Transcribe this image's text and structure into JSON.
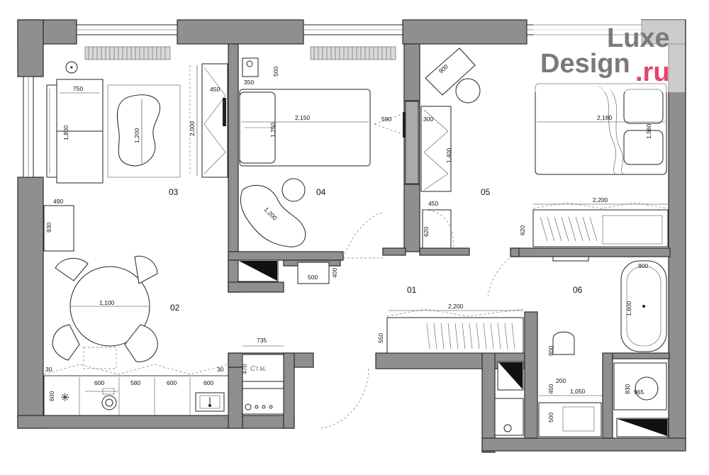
{
  "brand": {
    "line1": "Luxe",
    "line2": "Design",
    "suffix": ".ru",
    "accent": "#e8416b",
    "gray": "#7a7a7a"
  },
  "rooms": {
    "r01": "01",
    "r02": "02",
    "r03": "03",
    "r04": "04",
    "r05": "05",
    "r06": "06"
  },
  "fixtures": {
    "stiralnaya": "Ст.м."
  },
  "dims": {
    "d750": "750",
    "d1800": "1,800",
    "d1200a": "1,200",
    "d2000": "2,000",
    "d450a": "450",
    "d490": "490",
    "d930": "930",
    "d1100": "1,100",
    "d30a": "30",
    "d30b": "30",
    "d600a": "600",
    "d600b": "600",
    "d580a": "580",
    "d600c": "600",
    "d600d": "600",
    "d600e": "600",
    "d735": "735",
    "d470": "470",
    "d500a": "500",
    "d400": "400",
    "d350": "350",
    "d500b": "500",
    "d2150": "2,150",
    "d1250": "1,250",
    "d580b": "580",
    "d1200b": "1,200",
    "d300": "300",
    "d1400": "1,400",
    "d450b": "450",
    "d620a": "620",
    "d900": "900",
    "d2180": "2,180",
    "d1560": "1,560",
    "d2200a": "2,200",
    "d620b": "620",
    "d2200b": "2,200",
    "d550": "550",
    "d800a": "800",
    "d800b": "800",
    "d1600": "1,600",
    "d200": "200",
    "d450c": "450",
    "d1050": "1,050",
    "d500c": "500",
    "d830": "830",
    "d965": "965"
  }
}
